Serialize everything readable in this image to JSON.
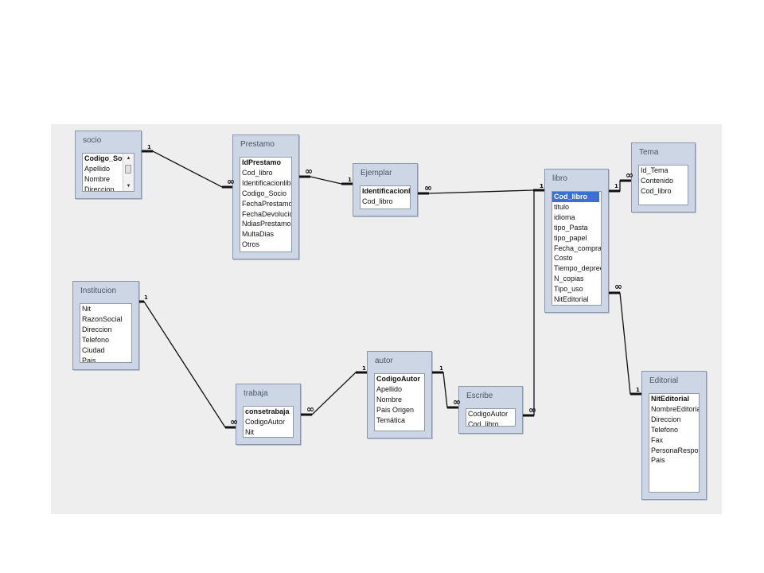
{
  "tables": [
    {
      "key": "socio",
      "title": "socio",
      "fields": [
        "Codigo_Soci",
        "Apellido",
        "Nombre",
        "Direccion"
      ],
      "pk": [
        0
      ],
      "selected": [],
      "scrollbar": true
    },
    {
      "key": "prestamo",
      "title": "Prestamo",
      "fields": [
        "IdPrestamo",
        "Cod_libro",
        "Identificacionlib",
        "Codigo_Socio",
        "FechaPrestamo",
        "FechaDevolucio",
        "NdiasPrestamo",
        "MultaDias",
        "Otros"
      ],
      "pk": [
        0
      ],
      "selected": [],
      "scrollbar": false
    },
    {
      "key": "ejemplar",
      "title": "Ejemplar",
      "fields": [
        "Identificacionlib",
        "Cod_libro"
      ],
      "pk": [
        0
      ],
      "selected": [],
      "scrollbar": false
    },
    {
      "key": "libro",
      "title": "libro",
      "fields": [
        "Cod_libro",
        "titulo",
        "idioma",
        "tipo_Pasta",
        "tipo_papel",
        "Fecha_compra",
        "Costo",
        "Tiempo_depreci",
        "N_copias",
        "Tipo_uso",
        "NitEditorial"
      ],
      "pk": [
        0
      ],
      "selected": [
        0
      ],
      "scrollbar": false
    },
    {
      "key": "tema",
      "title": "Tema",
      "fields": [
        "Id_Tema",
        "Contenido",
        "Cod_libro"
      ],
      "pk": [],
      "selected": [],
      "scrollbar": false
    },
    {
      "key": "institucion",
      "title": "Institucion",
      "fields": [
        "Nit",
        "RazonSocial",
        "Direccion",
        "Telefono",
        "Ciudad",
        "Pais"
      ],
      "pk": [],
      "selected": [],
      "scrollbar": false
    },
    {
      "key": "trabaja",
      "title": "trabaja",
      "fields": [
        "consetrabaja",
        "CodigoAutor",
        "Nit"
      ],
      "pk": [
        0
      ],
      "selected": [],
      "scrollbar": false
    },
    {
      "key": "autor",
      "title": "autor",
      "fields": [
        "CodigoAutor",
        "Apellido",
        "Nombre",
        "Pais Origen",
        "Temática"
      ],
      "pk": [
        0
      ],
      "selected": [],
      "scrollbar": false
    },
    {
      "key": "escribe",
      "title": "Escribe",
      "fields": [
        "CodigoAutor",
        "Cod_libro"
      ],
      "pk": [],
      "selected": [],
      "scrollbar": false
    },
    {
      "key": "editorial",
      "title": "Editorial",
      "fields": [
        "NitEditorial",
        "NombreEditorial",
        "Direccion",
        "Telefono",
        "Fax",
        "PersonaRespon",
        "Pais"
      ],
      "pk": [
        0
      ],
      "selected": [],
      "scrollbar": false
    }
  ],
  "relationships": [
    {
      "from": "socio",
      "from_card": "1",
      "to": "prestamo",
      "to_card": "∞"
    },
    {
      "from": "prestamo",
      "from_card": "∞",
      "to": "ejemplar",
      "to_card": "1"
    },
    {
      "from": "ejemplar",
      "from_card": "∞",
      "to": "libro",
      "to_card": "1"
    },
    {
      "from": "libro",
      "from_card": "1",
      "to": "tema",
      "to_card": "∞"
    },
    {
      "from": "libro",
      "from_card": "∞",
      "to": "editorial",
      "to_card": "1"
    },
    {
      "from": "institucion",
      "from_card": "1",
      "to": "trabaja",
      "to_card": "∞"
    },
    {
      "from": "trabaja",
      "from_card": "∞",
      "to": "autor",
      "to_card": "1"
    },
    {
      "from": "autor",
      "from_card": "1",
      "to": "escribe",
      "to_card": "∞"
    },
    {
      "from": "escribe",
      "from_card": "∞",
      "to": "libro",
      "to_card": "1"
    }
  ]
}
